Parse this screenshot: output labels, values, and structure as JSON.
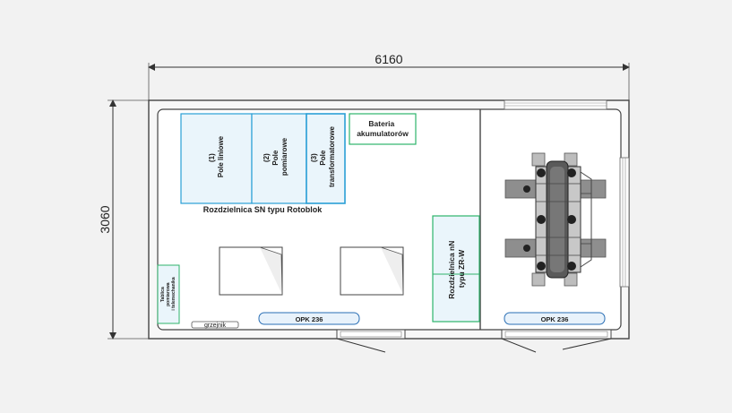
{
  "dimensions": {
    "width_label": "6160",
    "height_label": "3060"
  },
  "sn_switchgear": {
    "title": "Rozdzielnica SN typu Rotoblok",
    "fields": [
      {
        "num": "(1)",
        "name_lines": [
          "Pole liniowe"
        ]
      },
      {
        "num": "(2)",
        "name_lines": [
          "Pole",
          "pomiarowe"
        ]
      },
      {
        "num": "(3)",
        "name_lines": [
          "Pole",
          "transformatorowe"
        ]
      }
    ]
  },
  "battery": {
    "lines": [
      "Bateria",
      "akumulatorów"
    ]
  },
  "nn_switchgear": {
    "lines": [
      "Rozdzielnica nN",
      "typu ZR-W"
    ]
  },
  "board": {
    "lines": [
      "Tablica",
      "pomiarowa",
      "i telemechanika"
    ]
  },
  "heater": {
    "label": "grzejnik"
  },
  "vents": [
    {
      "label": "OPK 236"
    },
    {
      "label": "OPK 236"
    }
  ],
  "colors": {
    "sn_blue": "#2a9fd6",
    "green": "#2db36b",
    "fill": "#eaf5fb",
    "wall": "#444444"
  }
}
